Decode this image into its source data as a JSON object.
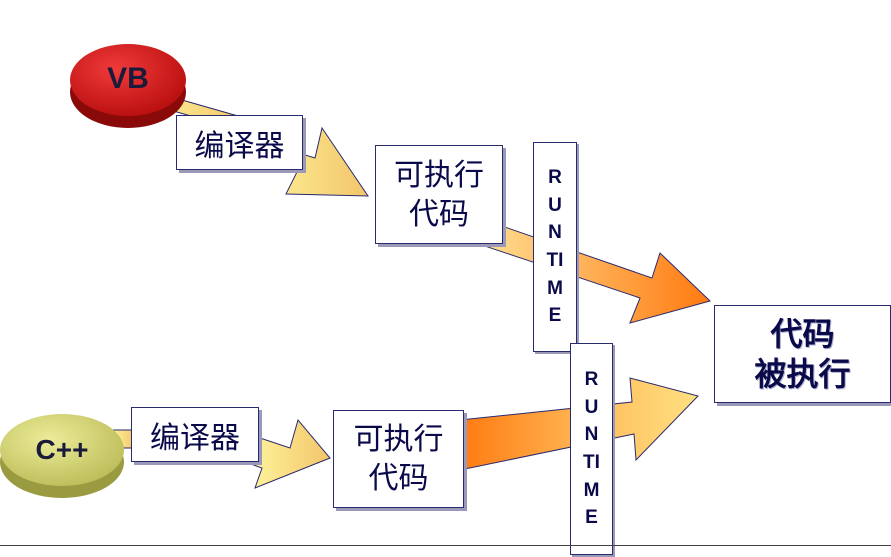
{
  "sources": [
    {
      "language": "VB",
      "disk_color": "#d41f1f",
      "compiler_label": "编译器",
      "code_label_lines": [
        "可执行",
        "代码"
      ]
    },
    {
      "language": "C++",
      "disk_color": "#d6d67a",
      "compiler_label": "编译器",
      "code_label_lines": [
        "可执行",
        "代码"
      ]
    }
  ],
  "runtime_label": "RUNTIME",
  "result_lines": [
    "代码",
    "被执行"
  ],
  "colors": {
    "arrow_light": "#fff7a0",
    "arrow_dark": "#ff7a10",
    "box_border": "#2a2a6e",
    "text": "#0a0a4a"
  }
}
